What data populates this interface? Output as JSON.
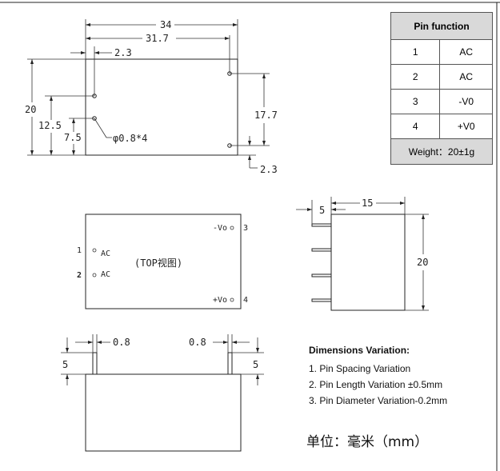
{
  "table": {
    "header": "Pin function",
    "rows": [
      {
        "pin": "1",
        "func": "AC"
      },
      {
        "pin": "2",
        "func": "AC"
      },
      {
        "pin": "3",
        "func": "-V0"
      },
      {
        "pin": "4",
        "func": "+V0"
      }
    ],
    "weight": "Weight：20±1g"
  },
  "dims": {
    "d34": "34",
    "d317": "31.7",
    "d23a": "2.3",
    "d20": "20",
    "d125": "12.5",
    "d75": "7.5",
    "pin_dia": "φ0.8*4",
    "d177": "17.7",
    "d23b": "2.3",
    "d5a": "5",
    "d15": "15",
    "d20b": "20",
    "d08a": "0.8",
    "d08b": "0.8",
    "d5b": "5",
    "d5c": "5"
  },
  "topview": {
    "title": "(TOP视图)",
    "pin1_num": "1",
    "pin1_label": "AC",
    "pin2_num": "2",
    "pin2_label": "AC",
    "pin3_label": "-Vo",
    "pin3_num": "3",
    "pin4_label": "+Vo",
    "pin4_num": "4"
  },
  "notes": {
    "heading": "Dimensions Variation:",
    "items": [
      "1. Pin Spacing Variation",
      "2. Pin Length Variation ±0.5mm",
      "3. Pin Diameter Variation-0.2mm"
    ],
    "unit": "单位：毫米（mm）"
  }
}
